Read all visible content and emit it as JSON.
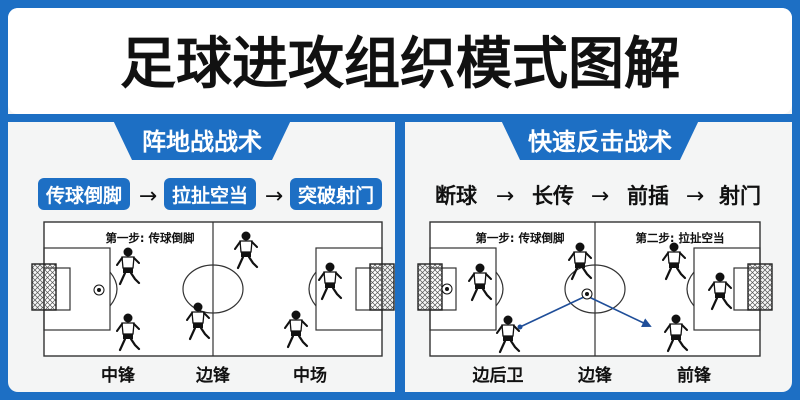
{
  "title": "足球进攻组织模式图解",
  "colors": {
    "blue": "#1d6fc4",
    "panel": "#f4f5f5",
    "ink": "#111111",
    "chip_text": "#ffffff",
    "pass_line": "#1f4e99"
  },
  "left": {
    "header": "阵地战战术",
    "flow": [
      "传球倒脚",
      "拉扯空当",
      "突破射门"
    ],
    "arrow": "→",
    "step_label": "第一步: 传球倒脚",
    "labels": [
      "中锋",
      "边锋",
      "中场"
    ]
  },
  "right": {
    "header": "快速反击战术",
    "flow": [
      "断球",
      "长传",
      "前插",
      "射门"
    ],
    "arrow": "→",
    "step1_label": "第一步: 传球倒脚",
    "step2_label": "第二步: 拉扯空当",
    "labels": [
      "边后卫",
      "边锋",
      "前锋"
    ]
  }
}
